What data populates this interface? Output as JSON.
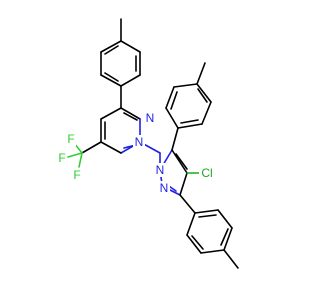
{
  "structure": {
    "atoms": {
      "n_pyrimidine_upper": "N",
      "n_pyrimidine_lower": "N",
      "n_pyrazole_1": "N",
      "n_pyrazole_2": "N",
      "chlorine": "Cl",
      "fluorine_top": "F",
      "fluorine_left": "F",
      "fluorine_bottom": "F"
    }
  },
  "colors": {
    "nitrogen": "#1f1fe6",
    "fluorine": "#33cc33",
    "chlorine": "#1fa51f",
    "bond": "#000000",
    "background": "#ffffff"
  }
}
